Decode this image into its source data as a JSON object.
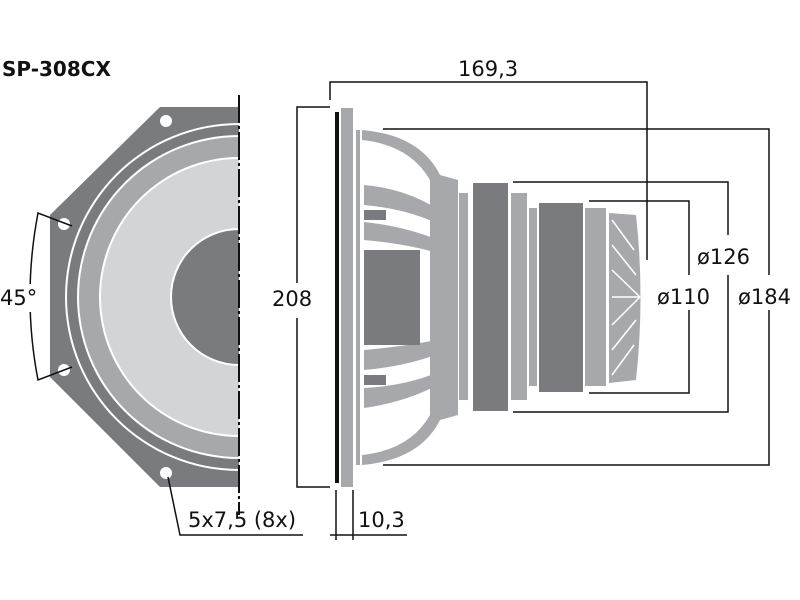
{
  "title": "SP-308CX",
  "dimensions": {
    "depth": "169,3",
    "height": "208",
    "dia_126": "ø126",
    "dia_110": "ø110",
    "dia_184": "ø184",
    "angle": "45°",
    "holes": "5x7,5 (8x)",
    "flange": "10,3"
  },
  "colors": {
    "dark": "#7a7b7f",
    "mid": "#a7a8ab",
    "light": "#d3d4d6",
    "line": "#111111"
  }
}
